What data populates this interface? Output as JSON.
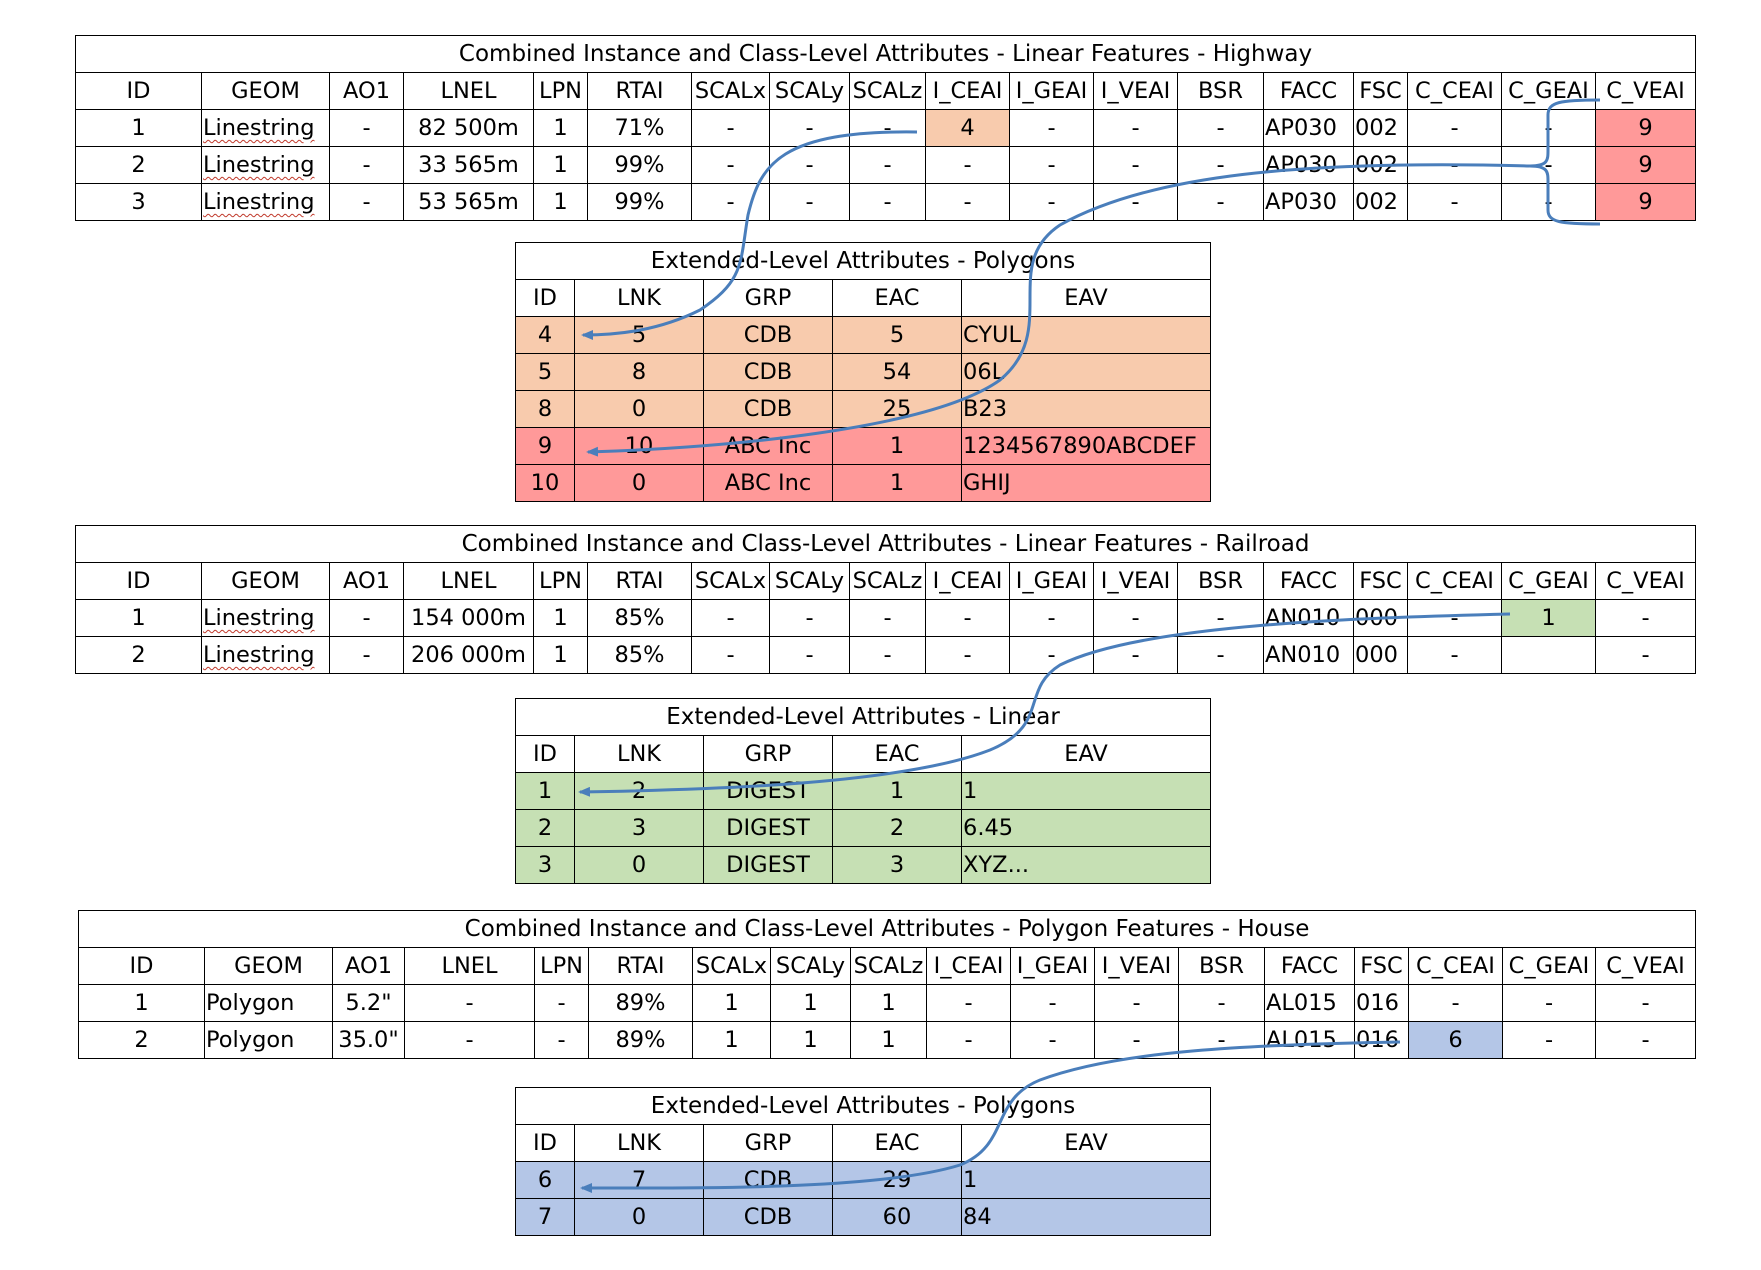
{
  "tables": {
    "highway": {
      "title": "Combined Instance and Class-Level Attributes - Linear Features - Highway",
      "headers": [
        "ID",
        "GEOM",
        "AO1",
        "LNEL",
        "LPN",
        "RTAI",
        "SCALx",
        "SCALy",
        "SCALz",
        "I_CEAI",
        "I_GEAI",
        "I_VEAI",
        "BSR",
        "FACC",
        "FSC",
        "C_CEAI",
        "C_GEAI",
        "C_VEAI"
      ],
      "rows": [
        [
          "1",
          "Linestring",
          "-",
          "82 500m",
          "1",
          "71%",
          "-",
          "-",
          "-",
          "4",
          "-",
          "-",
          "-",
          "AP030",
          "002",
          "-",
          "-",
          "9"
        ],
        [
          "2",
          "Linestring",
          "-",
          "33 565m",
          "1",
          "99%",
          "-",
          "-",
          "-",
          "-",
          "-",
          "-",
          "-",
          "AP030",
          "002",
          "-",
          "-",
          "9"
        ],
        [
          "3",
          "Linestring",
          "-",
          "53 565m",
          "1",
          "99%",
          "-",
          "-",
          "-",
          "-",
          "-",
          "-",
          "-",
          "AP030",
          "002",
          "-",
          "-",
          "9"
        ]
      ]
    },
    "ext_polygons_1": {
      "title": "Extended-Level Attributes - Polygons",
      "headers": [
        "ID",
        "LNK",
        "GRP",
        "EAC",
        "EAV"
      ],
      "rows": [
        [
          "4",
          "5",
          "CDB",
          "5",
          "CYUL"
        ],
        [
          "5",
          "8",
          "CDB",
          "54",
          "06L"
        ],
        [
          "8",
          "0",
          "CDB",
          "25",
          "B23"
        ],
        [
          "9",
          "10",
          "ABC Inc",
          "1",
          "1234567890ABCDEF"
        ],
        [
          "10",
          "0",
          "ABC Inc",
          "1",
          "GHIJ"
        ]
      ]
    },
    "railroad": {
      "title": "Combined Instance and Class-Level Attributes - Linear Features - Railroad",
      "headers": [
        "ID",
        "GEOM",
        "AO1",
        "LNEL",
        "LPN",
        "RTAI",
        "SCALx",
        "SCALy",
        "SCALz",
        "I_CEAI",
        "I_GEAI",
        "I_VEAI",
        "BSR",
        "FACC",
        "FSC",
        "C_CEAI",
        "C_GEAI",
        "C_VEAI"
      ],
      "rows": [
        [
          "1",
          "Linestring",
          "-",
          "154 000m",
          "1",
          "85%",
          "-",
          "-",
          "-",
          "-",
          "-",
          "-",
          "-",
          "AN010",
          "000",
          "-",
          "1",
          "-"
        ],
        [
          "2",
          "Linestring",
          "-",
          "206 000m",
          "1",
          "85%",
          "-",
          "-",
          "-",
          "-",
          "-",
          "-",
          "-",
          "AN010",
          "000",
          "-",
          "",
          "-"
        ]
      ]
    },
    "ext_linear": {
      "title": "Extended-Level Attributes - Linear",
      "headers": [
        "ID",
        "LNK",
        "GRP",
        "EAC",
        "EAV"
      ],
      "rows": [
        [
          "1",
          "2",
          "DIGEST",
          "1",
          "1"
        ],
        [
          "2",
          "3",
          "DIGEST",
          "2",
          "6.45"
        ],
        [
          "3",
          "0",
          "DIGEST",
          "3",
          "XYZ..."
        ]
      ]
    },
    "house": {
      "title": "Combined Instance and Class-Level Attributes - Polygon Features - House",
      "headers": [
        "ID",
        "GEOM",
        "AO1",
        "LNEL",
        "LPN",
        "RTAI",
        "SCALx",
        "SCALy",
        "SCALz",
        "I_CEAI",
        "I_GEAI",
        "I_VEAI",
        "BSR",
        "FACC",
        "FSC",
        "C_CEAI",
        "C_GEAI",
        "C_VEAI"
      ],
      "rows": [
        [
          "1",
          "Polygon",
          "5.2\"",
          "-",
          "-",
          "89%",
          "1",
          "1",
          "1",
          "-",
          "-",
          "-",
          "-",
          "AL015",
          "016",
          "-",
          "-",
          "-"
        ],
        [
          "2",
          "Polygon",
          "35.0\"",
          "-",
          "-",
          "89%",
          "1",
          "1",
          "1",
          "-",
          "-",
          "-",
          "-",
          "AL015",
          "016",
          "6",
          "-",
          "-"
        ]
      ]
    },
    "ext_polygons_2": {
      "title": "Extended-Level Attributes - Polygons",
      "headers": [
        "ID",
        "LNK",
        "GRP",
        "EAC",
        "EAV"
      ],
      "rows": [
        [
          "6",
          "7",
          "CDB",
          "29",
          "1"
        ],
        [
          "7",
          "0",
          "CDB",
          "60",
          "84"
        ]
      ]
    }
  },
  "colors": {
    "orange": "#f8cbad",
    "red": "#ff9999",
    "green": "#c6e0b4",
    "blue": "#b4c6e7",
    "arrow": "#4a7ebb"
  }
}
